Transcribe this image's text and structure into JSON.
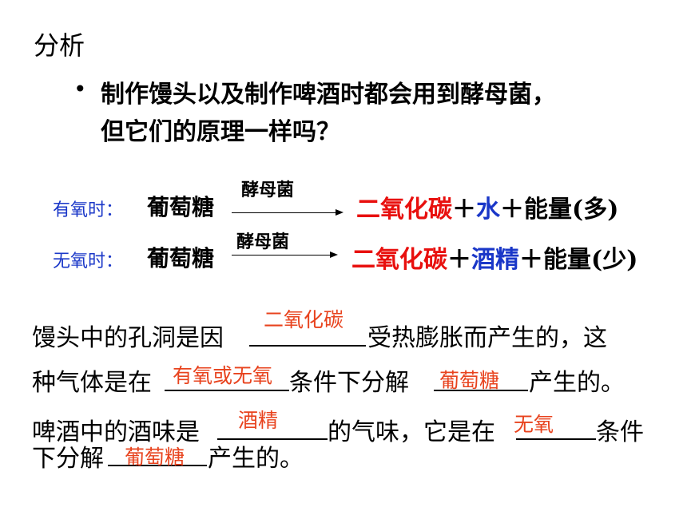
{
  "heading": "分析",
  "bullet": {
    "marker": "•",
    "line1": "制作馒头以及制作啤酒时都会用到酵母菌，",
    "line2": "但它们的原理一样吗？"
  },
  "equations": [
    {
      "prefix": "有氧时：",
      "reactant": "葡萄糖",
      "enzyme": "酵母菌",
      "products": [
        {
          "text": "二氧化碳",
          "color": "#e8100e"
        },
        {
          "text": "＋",
          "color": "#000000"
        },
        {
          "text": "水",
          "color": "#1a37c8"
        },
        {
          "text": "＋能量(多)",
          "color": "#000000"
        }
      ]
    },
    {
      "prefix": "无氧时：",
      "reactant": "葡萄糖",
      "enzyme": "酵母菌",
      "products": [
        {
          "text": "二氧化碳",
          "color": "#e8100e"
        },
        {
          "text": "＋",
          "color": "#000000"
        },
        {
          "text": "酒精",
          "color": "#1a37c8"
        },
        {
          "text": "＋能量(少)",
          "color": "#000000"
        }
      ]
    }
  ],
  "questions": {
    "q1_a": "馒头中的孔洞是因",
    "q1_b": "受热膨胀而产生的，这",
    "q1_ans": "二氧化碳",
    "q2_a": "种气体是在",
    "q2_b": "条件下分解",
    "q2_c": "产生的。",
    "q2_ans1": "有氧或无氧",
    "q2_ans2": "葡萄糖",
    "q3_a": "啤酒中的酒味是",
    "q3_b": "的气味，它是在",
    "q3_c": "条件",
    "q3_ans1": "酒精",
    "q3_ans2": "无氧",
    "q4_a": "下分解",
    "q4_b": "产生的。",
    "q4_ans": "葡萄糖"
  }
}
